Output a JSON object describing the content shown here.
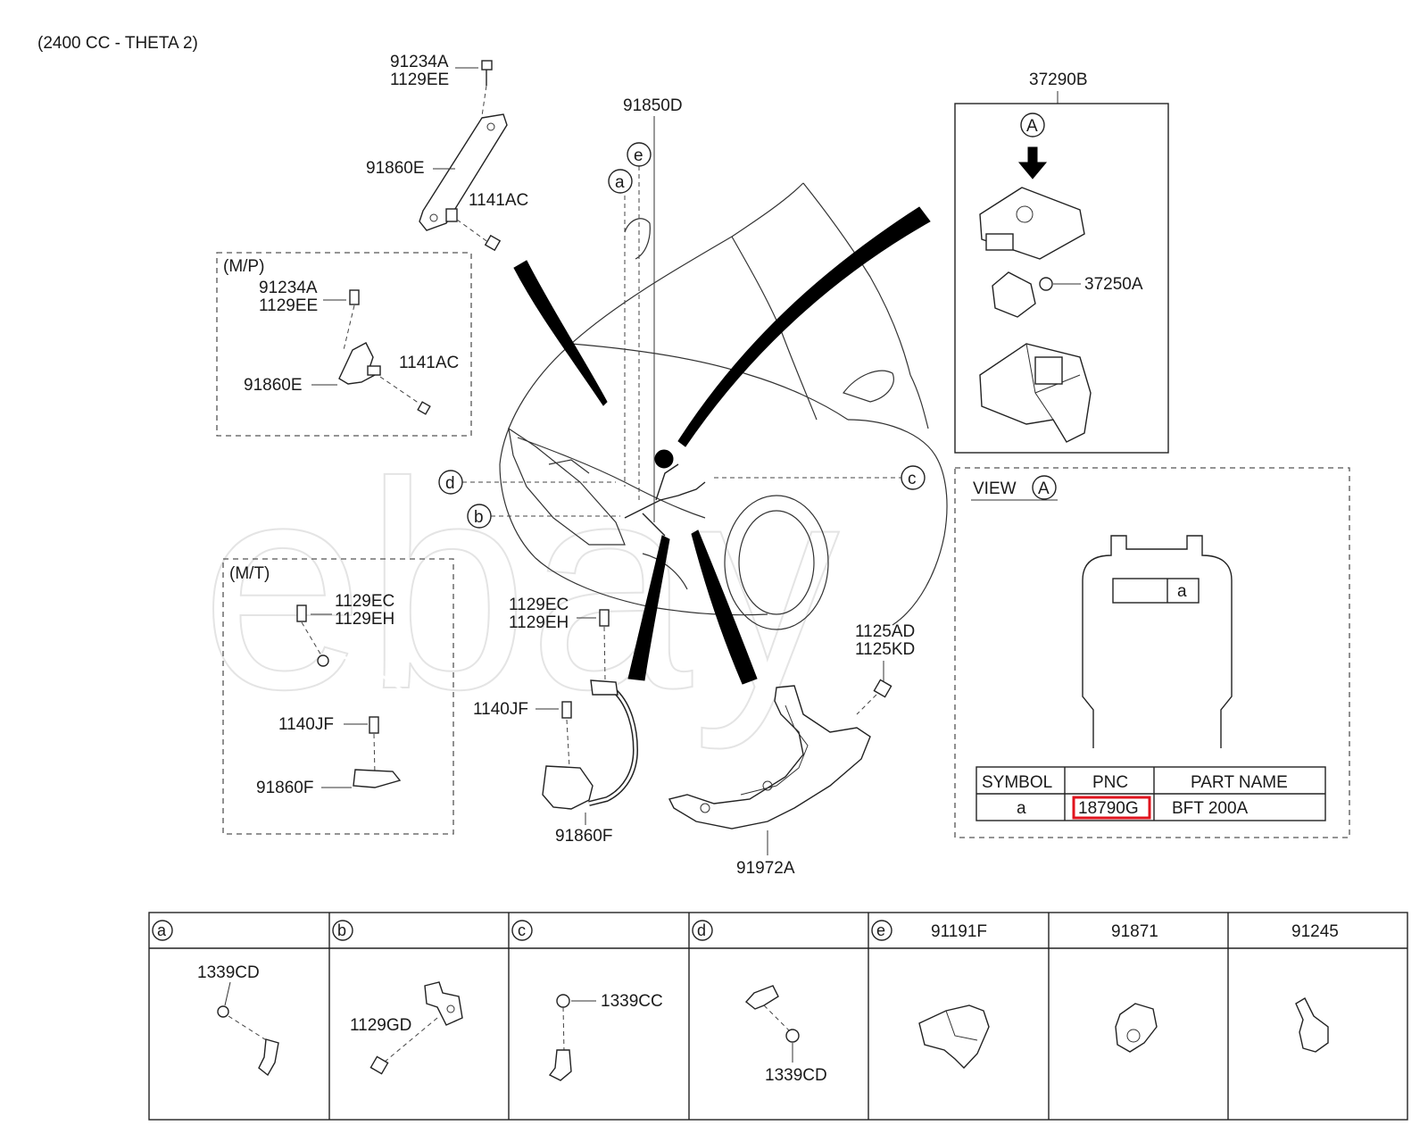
{
  "engine_spec": "(2400 CC - THETA 2)",
  "watermark": "ebay",
  "labels": {
    "p91234A_top": "91234A",
    "p1129EE_top": "1129EE",
    "p91860E_top": "91860E",
    "p1141AC_top": "1141AC",
    "p91850D": "91850D",
    "mp_title": "(M/P)",
    "mp_91234A": "91234A",
    "mp_1129EE": "1129EE",
    "mp_91860E": "91860E",
    "mp_1141AC": "1141AC",
    "mt_title": "(M/T)",
    "mt_1129EC": "1129EC",
    "mt_1129EH": "1129EH",
    "mt_1140JF": "1140JF",
    "mt_91860F": "91860F",
    "c_1129EC": "1129EC",
    "c_1129EH": "1129EH",
    "c_1140JF": "1140JF",
    "c_91860F": "91860F",
    "p1125AD": "1125AD",
    "p1125KD": "1125KD",
    "p91972A": "91972A",
    "p37290B": "37290B",
    "p37250A": "37250A"
  },
  "callouts": {
    "a": "a",
    "b": "b",
    "c": "c",
    "d": "d",
    "e": "e",
    "A": "A"
  },
  "view_panel": {
    "title": "VIEW",
    "ref": "A",
    "cell_symbol": "a",
    "table": {
      "headers": [
        "SYMBOL",
        "PNC",
        "PART NAME"
      ],
      "rows": [
        {
          "symbol": "a",
          "pnc": "18790G",
          "part_name": "BFT 200A"
        }
      ]
    },
    "highlight_color": "#e0141e"
  },
  "bottom_table": {
    "headers": [
      {
        "circle": "a",
        "text": ""
      },
      {
        "circle": "b",
        "text": ""
      },
      {
        "circle": "c",
        "text": ""
      },
      {
        "circle": "d",
        "text": ""
      },
      {
        "circle": "e",
        "text": "91191F"
      },
      {
        "circle": "",
        "text": "91871"
      },
      {
        "circle": "",
        "text": "91245"
      }
    ],
    "part_labels": {
      "a": "1339CD",
      "b": "1129GD",
      "c": "1339CC",
      "d": "1339CD"
    }
  }
}
